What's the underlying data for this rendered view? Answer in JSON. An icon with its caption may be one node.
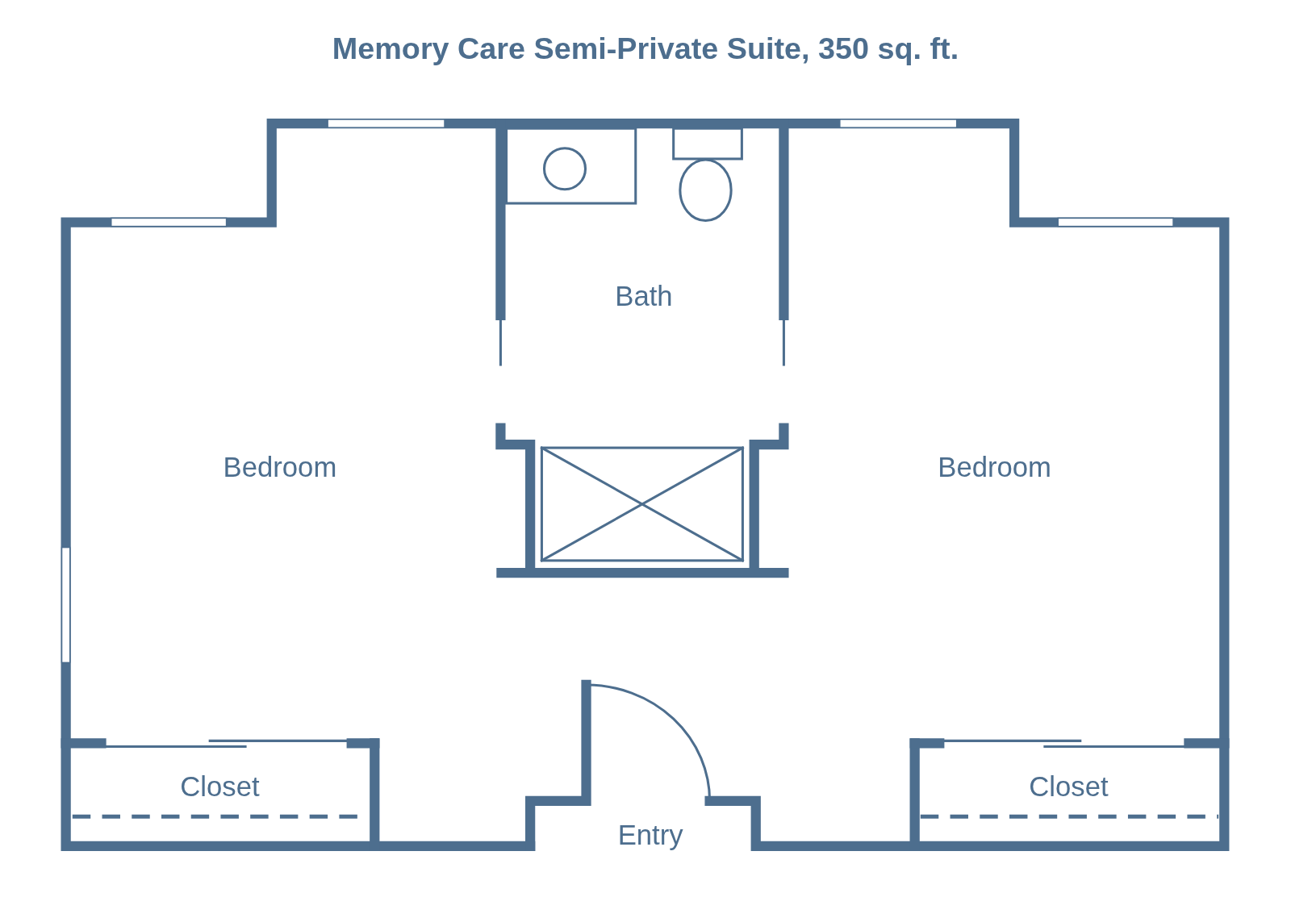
{
  "diagram": {
    "title": "Memory Care Semi-Private Suite, 350 sq. ft.",
    "labels": [
      "Bath",
      "Bedroom",
      "Bedroom",
      "Closet",
      "Closet",
      "Entry"
    ]
  }
}
